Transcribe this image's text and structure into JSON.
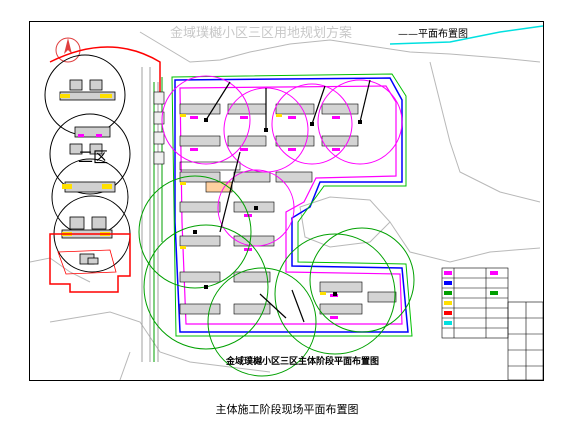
{
  "drawing": {
    "title": "金域璞樾小区三区用地规划方案",
    "title_suffix": "——平面布置图",
    "zone_label": "二区",
    "phase_label": "金域璞樾小区三区主体阶段平面布置图"
  },
  "caption": "主体施工阶段现场平面布置图",
  "colors": {
    "frame": "#000000",
    "building": "#d8d8d8",
    "road": "#ff00ff",
    "crane_radius_magenta": "#ff00ff",
    "crane_radius_green": "#00a000",
    "site_boundary": "#0000ff",
    "old_site": "#ff0000",
    "water": "#00ffff"
  },
  "icons": [
    "north-arrow-icon",
    "tower-crane-icon"
  ]
}
